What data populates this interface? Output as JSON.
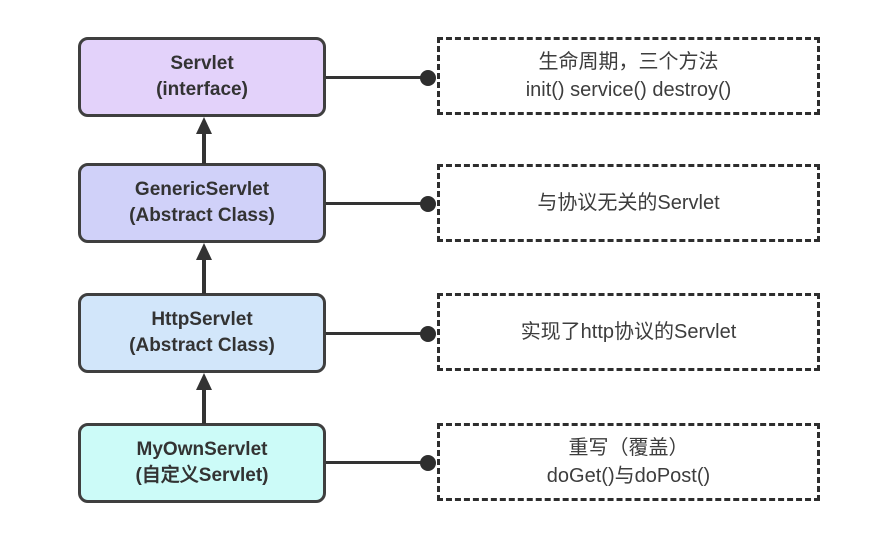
{
  "diagram": {
    "name": "servlet-class-hierarchy",
    "nodes": [
      {
        "title": "Servlet",
        "subtitle": "(interface)",
        "fill": "#e3d2fa"
      },
      {
        "title": "GenericServlet",
        "subtitle": "(Abstract Class)",
        "fill": "#d0d1f9"
      },
      {
        "title": "HttpServlet",
        "subtitle": "(Abstract Class)",
        "fill": "#d2e6fa"
      },
      {
        "title": "MyOwnServlet",
        "subtitle": "(自定义Servlet)",
        "fill": "#ccfbf8"
      }
    ],
    "notes": [
      {
        "line1": "生命周期，三个方法",
        "line2": "init() service() destroy()"
      },
      {
        "line1": "与协议无关的Servlet",
        "line2": ""
      },
      {
        "line1": "实现了http协议的Servlet",
        "line2": ""
      },
      {
        "line1": "重写（覆盖）",
        "line2": "doGet()与doPost()"
      }
    ],
    "colors": {
      "background": "#ffffff",
      "node_border": "#3f3f3f",
      "note_border": "#2e2e2e",
      "line": "#333333",
      "text": "#333333"
    }
  }
}
